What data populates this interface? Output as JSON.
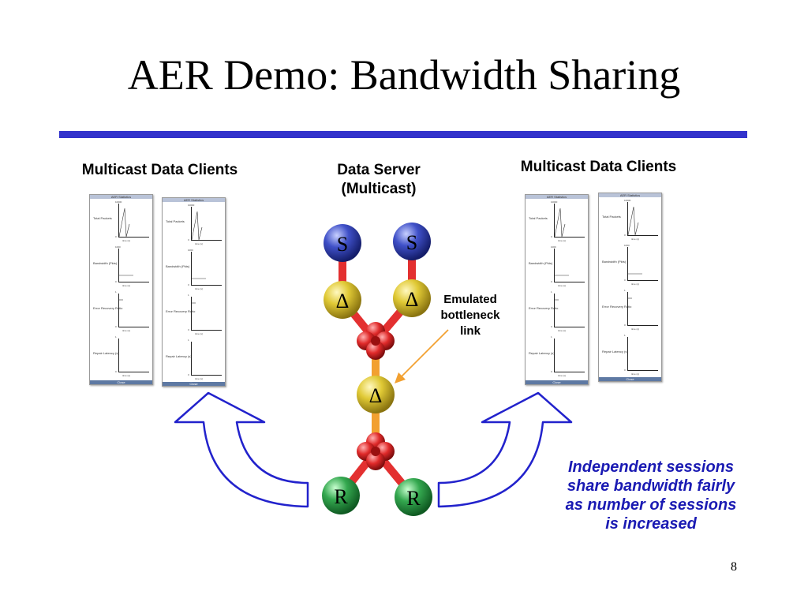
{
  "slide": {
    "title": "AER Demo: Bandwidth Sharing",
    "page_number": "8"
  },
  "labels": {
    "left_clients": "Multicast Data Clients",
    "right_clients": "Multicast Data Clients",
    "server_line1": "Data Server",
    "server_line2": "(Multicast)",
    "bottleneck": [
      "Emulated",
      "bottleneck",
      "link"
    ]
  },
  "note": [
    "Independent sessions",
    "share bandwidth fairly",
    "as number of sessions",
    "is increased"
  ],
  "nodes": {
    "sender_symbol": "S",
    "router_symbol": "Δ",
    "receiver_symbol": "R"
  },
  "stats_window": {
    "title": "AER Statistics",
    "close_label": "Close",
    "panels": [
      {
        "title": "Total Packets",
        "ymax": "10000"
      },
      {
        "title": "Bandwidth (Pkts)",
        "ymax": "1000"
      },
      {
        "title": "Error Recovery Ratio",
        "ymax": "1"
      },
      {
        "title": "Repair Latency (s)",
        "ymax": "1"
      }
    ],
    "x_label": "time (s)",
    "x_max": "100",
    "zero": "0"
  },
  "colors": {
    "rule": "#3333cc",
    "arrow": "#2222cc",
    "note": "#1a1ab3",
    "sender": "#2f3fb0",
    "router": "#e6d23a",
    "receiver": "#2fa04a",
    "link": "#e33030",
    "bottleneck_link": "#f2a030",
    "pointer": "#f2a030"
  }
}
